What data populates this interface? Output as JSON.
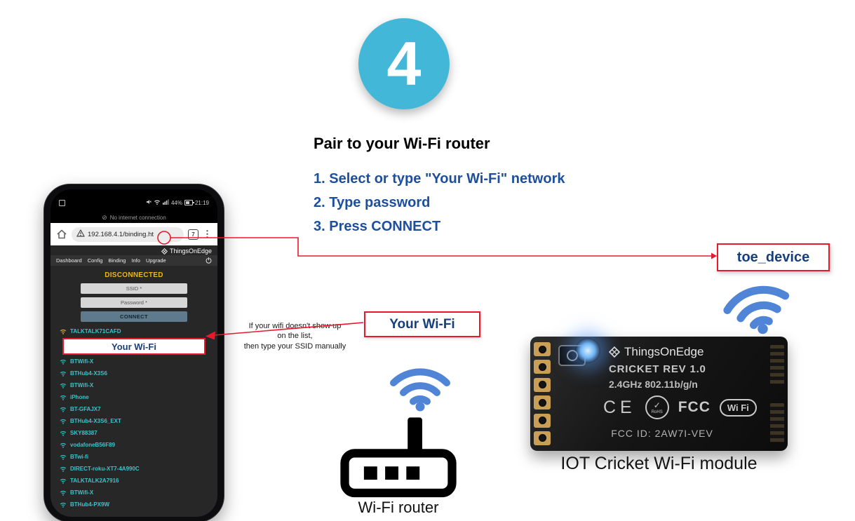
{
  "step": {
    "number": "4",
    "title": "Pair to your Wi-Fi router",
    "instructions": [
      "1. Select or type \"Your Wi-Fi\" network",
      "2. Type password",
      "3. Press CONNECT"
    ]
  },
  "phone": {
    "status": {
      "battery": "44%",
      "time": "21:19"
    },
    "notice": "No internet connection",
    "browser": {
      "url": "192.168.4.1/binding.ht",
      "tab_count": "7"
    },
    "site": {
      "brand": "ThingsOnEdge",
      "nav": [
        "Dashboard",
        "Config",
        "Binding",
        "Info",
        "Upgrade"
      ],
      "connection_status": "DISCONNECTED",
      "ssid_field": "SSID *",
      "password_field": "Password *",
      "connect_button": "CONNECT",
      "networks_before": [
        "TALKTALK71CAFD"
      ],
      "highlighted_network": "Your Wi-Fi",
      "networks_after": [
        "BTWifi-X",
        "BTHub4-X3S6",
        "BTWifi-X",
        "iPhone",
        "BT-GFAJX7",
        "BTHub4-X3S6_EXT",
        "SKY88387",
        "vodafoneB56F89",
        "BTwi-fi",
        "DIRECT-roku-XT7-4A990C",
        "TALKTALK2A7916",
        "BTWifi-X",
        "BTHub4-PX9W"
      ]
    }
  },
  "callouts": {
    "your_wifi_label": "Your Wi-Fi",
    "toe_device_label": "toe_device",
    "note_lines": [
      "If your wifi doesn't show up",
      "on the list,",
      "then type your SSID manually"
    ]
  },
  "router": {
    "caption": "Wi-Fi router"
  },
  "module": {
    "brand": "ThingsOnEdge",
    "model": "CRICKET REV 1.0",
    "radio": "2.4GHz 802.11b/g/n",
    "badges": {
      "ce": "CE",
      "rohs": "RoHS",
      "rohs_check": "✓",
      "fcc": "FCC",
      "wifi": "Wi Fi"
    },
    "fcc_id": "FCC ID: 2AW7I-VEV",
    "caption": "IOT Cricket Wi-Fi module"
  },
  "colors": {
    "accent_red": "#e8192c",
    "step_teal": "#43b7d8",
    "heading_blue": "#1d4f9f",
    "wifi_blue": "#4f84d6"
  }
}
